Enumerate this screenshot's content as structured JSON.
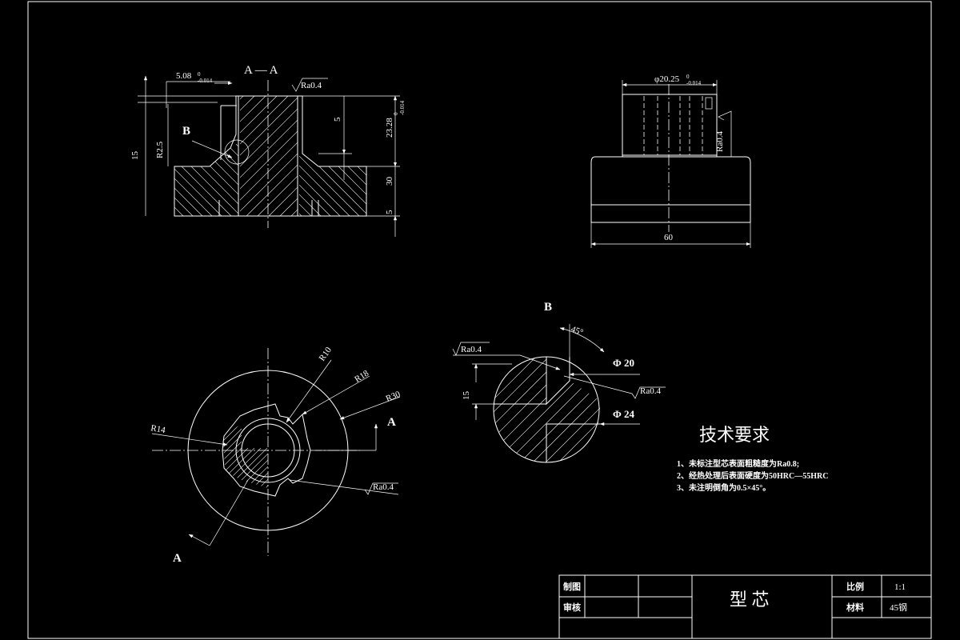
{
  "section_view": {
    "section_label": "A — A",
    "dim_top_width": "5.08",
    "dim_top_tol_upper": "0",
    "dim_top_tol_lower": "-0.014",
    "roughness": "Ra0.4",
    "detail_label": "B",
    "dim_overall_height": "15",
    "dim_radius": "R2.5",
    "dim_step": "5",
    "dim_height": "23.28",
    "dim_height_tol_upper": "0",
    "dim_height_tol_lower": "-0.014",
    "dim_middle": "30",
    "dim_bottom": "5"
  },
  "side_view": {
    "dim_diameter": "φ20.25",
    "dim_diameter_tol_upper": "0",
    "dim_diameter_tol_lower": "-0.014",
    "roughness": "Ra0.4",
    "dim_width": "60"
  },
  "plan_view": {
    "r_inner": "R10",
    "r_mid": "R18",
    "r_outer": "R30",
    "r_left": "R14",
    "section_marker_right": "A",
    "section_marker_bottom": "A",
    "roughness": "Ra0.4"
  },
  "detail_view": {
    "title": "B",
    "angle": "45°",
    "roughness_left": "Ra0.4",
    "roughness_right": "Ra0.4",
    "dim_diameter_top": "Φ 20",
    "dim_diameter_bottom": "Φ 24",
    "dim_height": "15"
  },
  "tech_requirements": {
    "title": "技术要求",
    "items": [
      "1、未标注型芯表面粗糙度为Ra0.8;",
      "2、经热处理后表面硬度为50HRC—55HRC",
      "3、未注明倒角为0.5×45°。"
    ]
  },
  "title_block": {
    "label_drawn": "制图",
    "label_checked": "审核",
    "part_name": "型 芯",
    "label_scale": "比例",
    "scale_value": "1:1",
    "label_material": "材料",
    "material_value": "45钢"
  }
}
